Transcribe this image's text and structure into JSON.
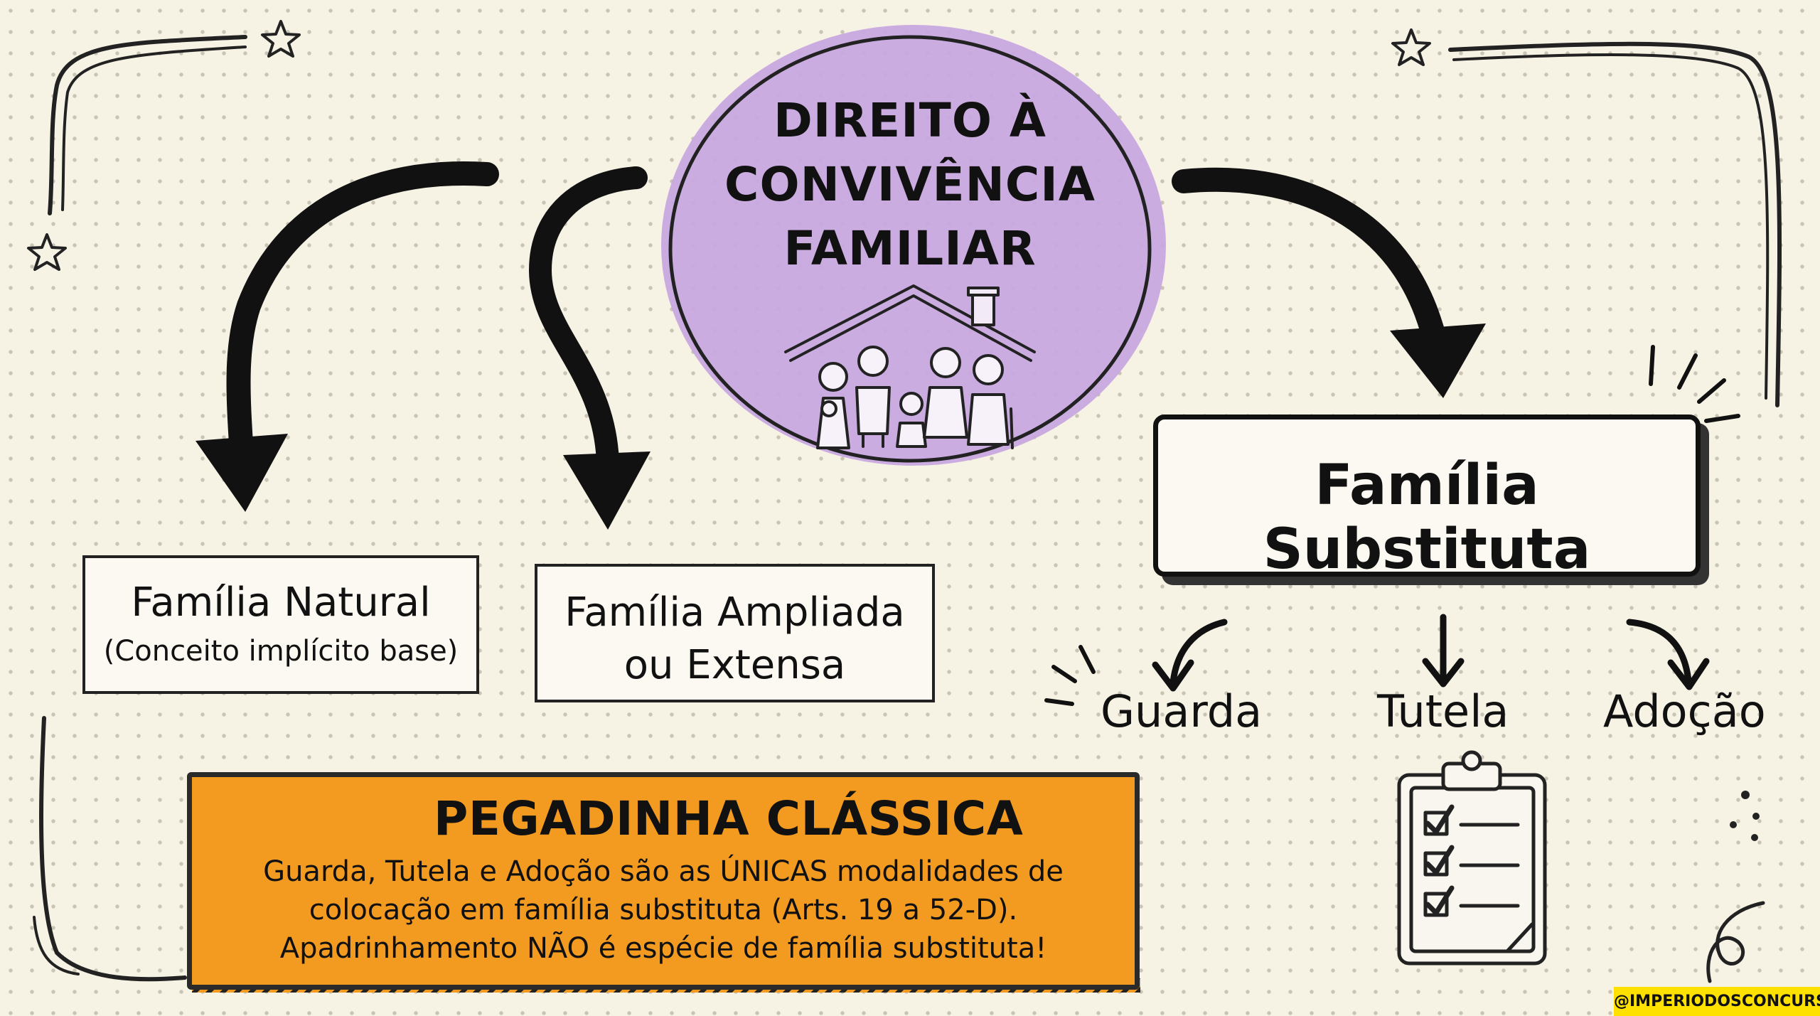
{
  "center": {
    "line1": "DIREITO À",
    "line2": "CONVIVÊNCIA",
    "line3": "FAMILIAR"
  },
  "natural": {
    "title": "Família Natural",
    "subtitle": "(Conceito implícito base)"
  },
  "ampliada": {
    "line1": "Família Ampliada",
    "line2": "ou Extensa"
  },
  "substituta": {
    "title": "Família Substituta"
  },
  "options": {
    "guarda": "Guarda",
    "tutela": "Tutela",
    "adocao": "Adoção"
  },
  "warning": {
    "title": "PEGADINHA CLÁSSICA",
    "line1": "Guarda, Tutela e Adoção são as ÚNICAS modalidades de",
    "line2": "colocação em família substituta (Arts. 19 a 52-D).",
    "line3": "Apadrinhamento NÃO é espécie de família substituta!"
  },
  "badge": "@IMPERIODOSCONCURSOS",
  "colors": {
    "bubble": "#c8a8e0",
    "warning": "#f29b20",
    "badge": "#ffe100",
    "ink": "#111111"
  },
  "icons": [
    "star-icon",
    "arrow-icon",
    "house-family-icon",
    "warning-triangle-icon",
    "clipboard-checklist-icon",
    "emphasis-lines-icon",
    "swirl-icon"
  ]
}
